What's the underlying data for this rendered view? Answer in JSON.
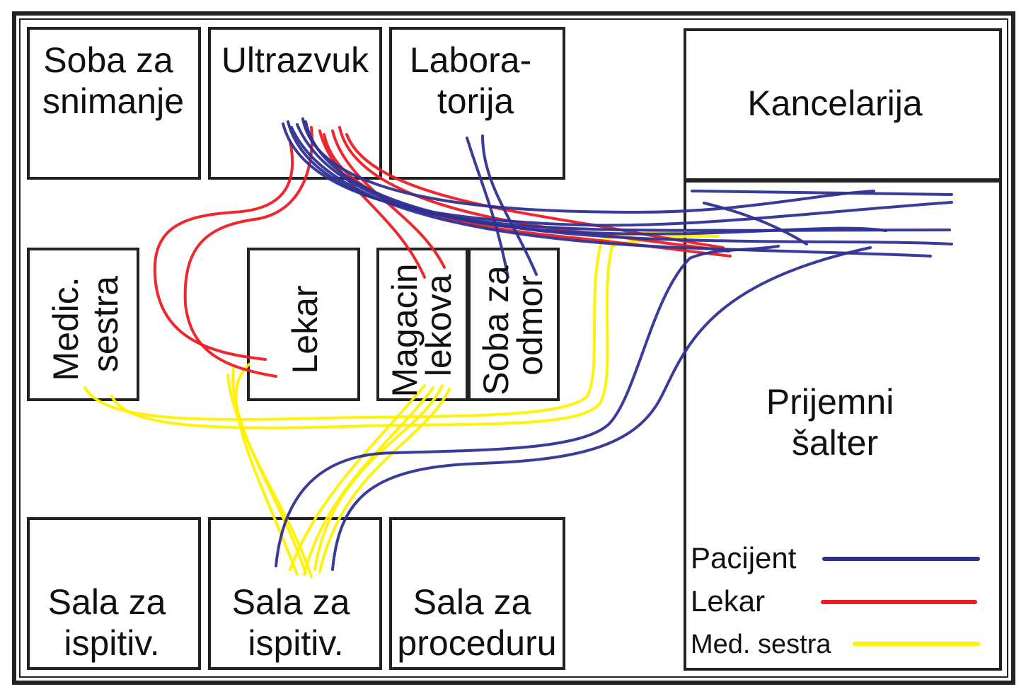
{
  "rooms": {
    "soba_za_snimanje": [
      "Soba za",
      "snimanje"
    ],
    "ultrazvuk": [
      "Ultrazvuk"
    ],
    "laboratorija": [
      "Labora-",
      "torija"
    ],
    "kancelarija": [
      "Kancelarija"
    ],
    "medic_sestra": [
      "Medic.",
      "sestra"
    ],
    "lekar": [
      "Lekar"
    ],
    "magacin_lekova": [
      "Magacin",
      "lekova"
    ],
    "soba_za_odmor": [
      "Soba za",
      "odmor"
    ],
    "prijemni_salter": [
      "Prijemni",
      "šalter"
    ],
    "sala_za_ispitiv_1": [
      "Sala za",
      "ispitiv."
    ],
    "sala_za_ispitiv_2": [
      "Sala za",
      "ispitiv."
    ],
    "sala_za_proceduru": [
      "Sala za",
      "proceduru"
    ]
  },
  "legend": [
    {
      "label": "Pacijent",
      "color": "#2e3192"
    },
    {
      "label": "Lekar",
      "color": "#ed1c24"
    },
    {
      "label": "Med. sestra",
      "color": "#fff200"
    }
  ],
  "colors": {
    "pacijent": "#2e3192",
    "lekar": "#ed1c24",
    "med_sestra": "#fff200"
  }
}
